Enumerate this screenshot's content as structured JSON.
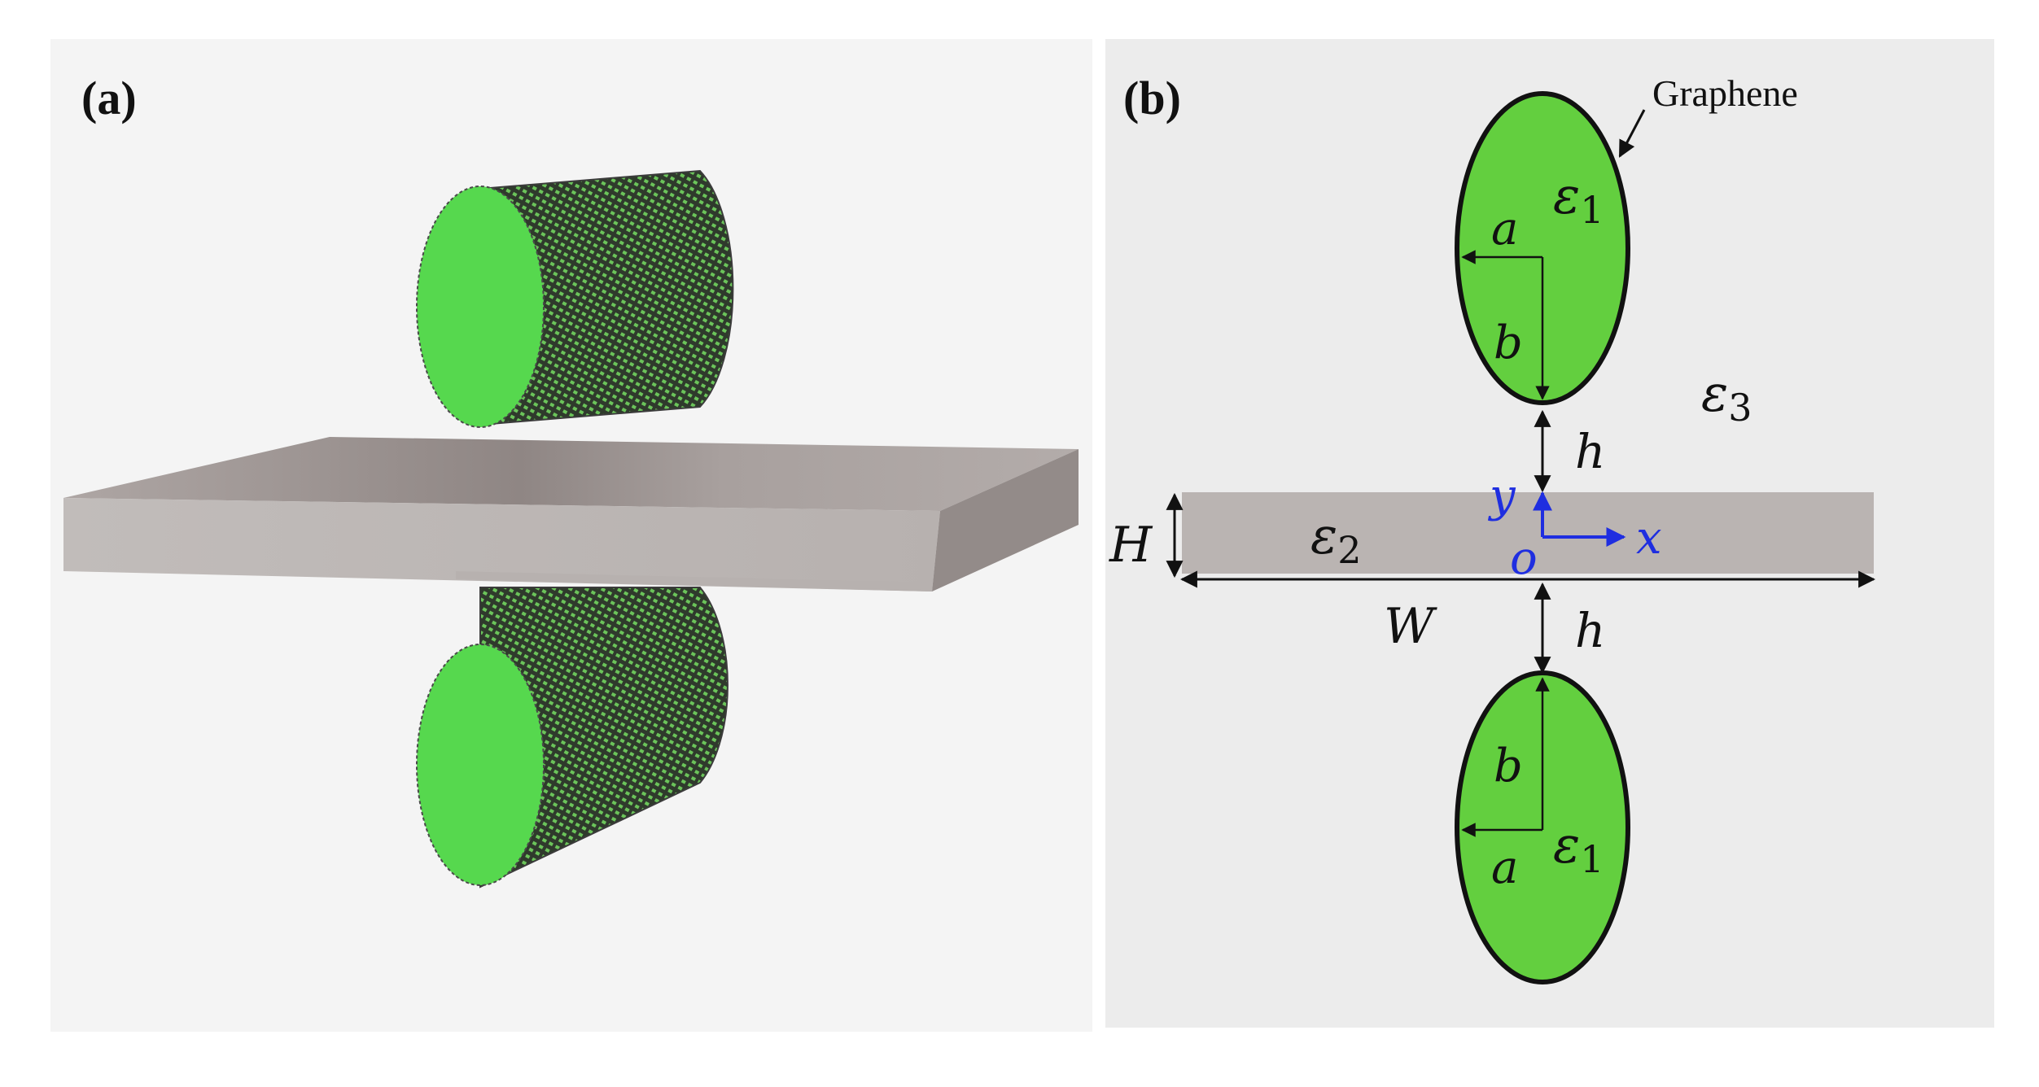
{
  "panels": {
    "a": {
      "label": "(a)"
    },
    "b": {
      "label": "(b)"
    }
  },
  "labels": {
    "graphene": "Graphene",
    "eps1_top": {
      "sym": "ε",
      "sub": "1"
    },
    "eps1_bottom": {
      "sym": "ε",
      "sub": "1"
    },
    "eps2": {
      "sym": "ε",
      "sub": "2"
    },
    "eps3": {
      "sym": "ε",
      "sub": "3"
    },
    "a_top": "a",
    "b_top": "b",
    "a_bottom": "a",
    "b_bottom": "b",
    "h_top": "h",
    "h_bottom": "h",
    "H": "H",
    "W": "W",
    "x_axis": "x",
    "y_axis": "y",
    "origin": "o"
  },
  "colors": {
    "graphene_green": "#63cf3f",
    "cylinder_face": "#56d84e",
    "slab_gray": "#bab4b2",
    "axis_blue": "#1f2ee0",
    "panel_bg_a": "#f4f4f4",
    "panel_bg_b": "#ececec"
  }
}
